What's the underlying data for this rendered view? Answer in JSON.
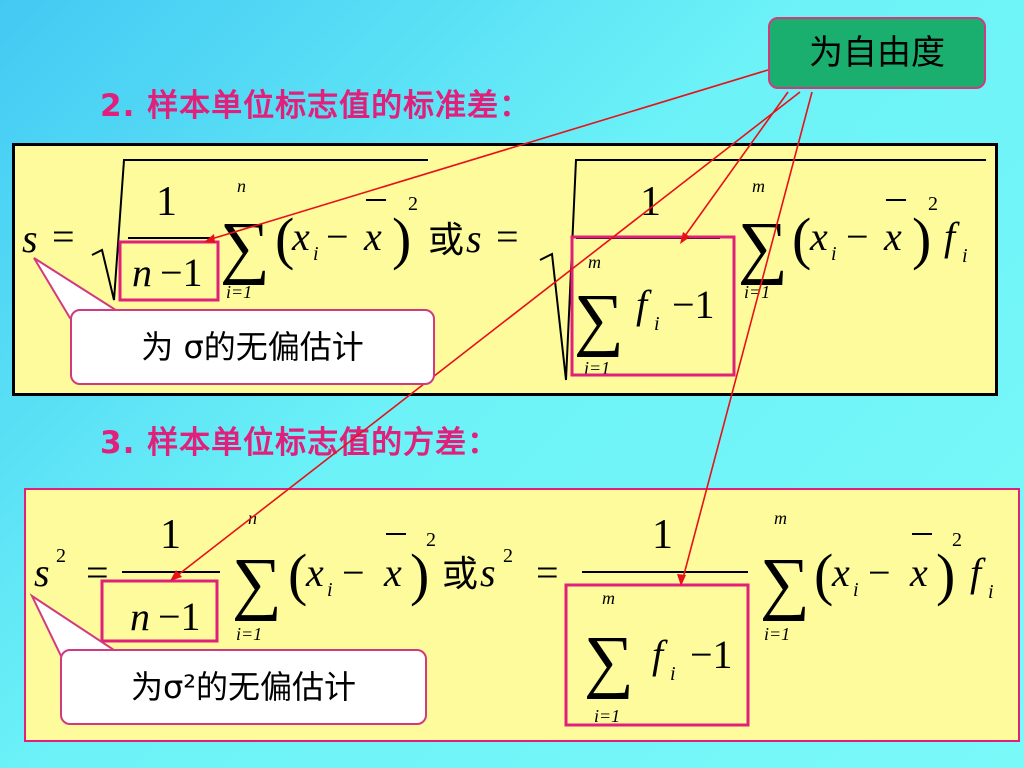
{
  "callout_top": "为自由度",
  "heading_2": "2. 样本单位标志值的标准差：",
  "heading_3": "3. 样本单位标志值的方差：",
  "formula_1": {
    "lhs": "s",
    "eq": "=",
    "num": "1",
    "den": "n",
    "minus_one": "−1",
    "sum_top": "n",
    "sum_bottom": "i=1",
    "or": "或",
    "rhs_s": "s",
    "rhs_eq": "=",
    "rhs_num": "1",
    "rhs_sum_top": "m",
    "rhs_sum_bottom": "i=1",
    "rhs_den_sum_top": "m",
    "rhs_den_sum_bottom": "i=1",
    "f": "f",
    "i": "i",
    "x": "x",
    "two": "2"
  },
  "formula_2": {
    "lhs": "s",
    "two": "2"
  },
  "tag_sigma": "为 σ的无偏估计",
  "tag_sigma2": "为σ²的无偏估计",
  "colors": {
    "heading": "#e0207a",
    "box_fill": "#fdfb9c",
    "arrow": "#e8101a",
    "highlight_box": "#e0207a",
    "callout_fill": "#1aae6f"
  }
}
